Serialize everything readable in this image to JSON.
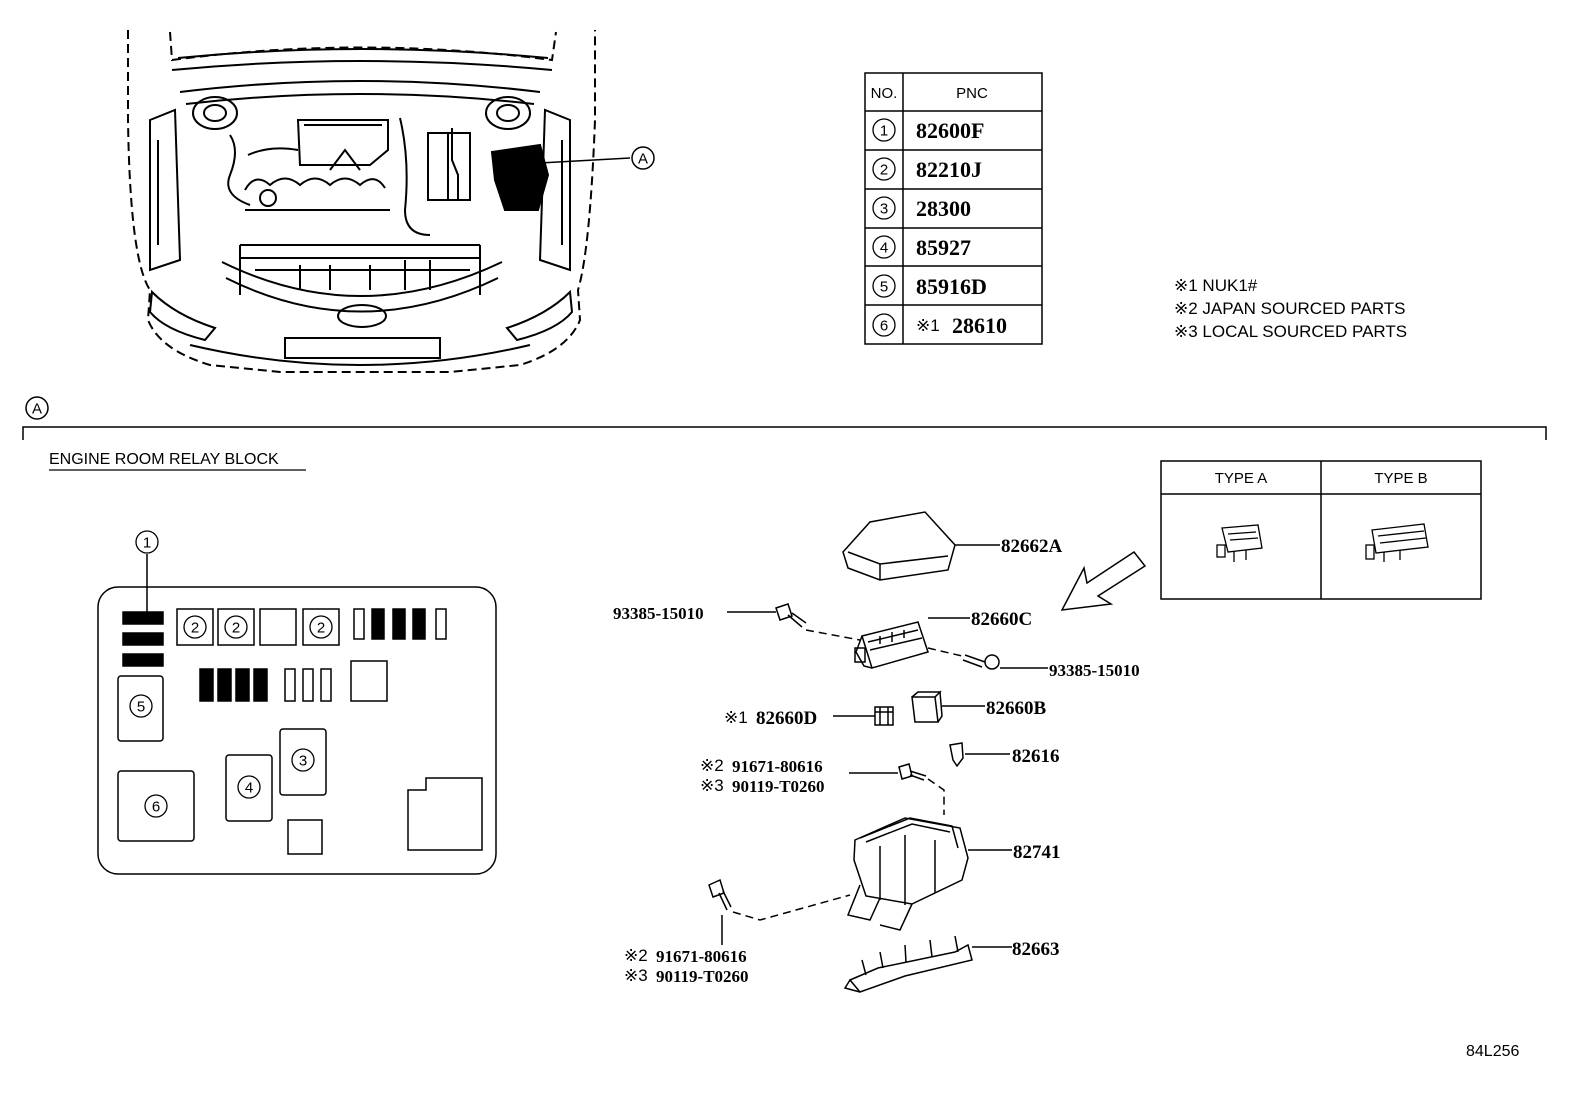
{
  "callout_letter": "A",
  "section_letter": "A",
  "section_title": "ENGINE ROOM RELAY BLOCK",
  "pnc_table": {
    "headers": [
      "NO.",
      "PNC"
    ],
    "rows": [
      {
        "no": "1",
        "mark": "",
        "pnc": "82600F"
      },
      {
        "no": "2",
        "mark": "",
        "pnc": "82210J"
      },
      {
        "no": "3",
        "mark": "",
        "pnc": "28300"
      },
      {
        "no": "4",
        "mark": "",
        "pnc": "85927"
      },
      {
        "no": "5",
        "mark": "",
        "pnc": "85916D"
      },
      {
        "no": "6",
        "mark": "※1",
        "pnc": "28610"
      }
    ]
  },
  "notes": [
    "※1 NUK1#",
    "※2 JAPAN SOURCED PARTS",
    "※3 LOCAL SOURCED PARTS"
  ],
  "relay_block_markers": [
    "1",
    "2",
    "2",
    "2",
    "5",
    "3",
    "4",
    "6"
  ],
  "type_table": {
    "type_a": "TYPE A",
    "type_b": "TYPE B"
  },
  "parts": {
    "p82662A": "82662A",
    "p82660C": "82660C",
    "bolt_left": "93385-15010",
    "bolt_right": "93385-15010",
    "p82660D_mark": "※1",
    "p82660D": "82660D",
    "p82660B": "82660B",
    "p82616": "82616",
    "upper_bolt_j_mark": "※2",
    "upper_bolt_j": "91671-80616",
    "upper_bolt_l_mark": "※3",
    "upper_bolt_l": "90119-T0260",
    "p82741": "82741",
    "lower_bolt_j_mark": "※2",
    "lower_bolt_j": "91671-80616",
    "lower_bolt_l_mark": "※3",
    "lower_bolt_l": "90119-T0260",
    "p82663": "82663"
  },
  "figure_code": "84L256"
}
